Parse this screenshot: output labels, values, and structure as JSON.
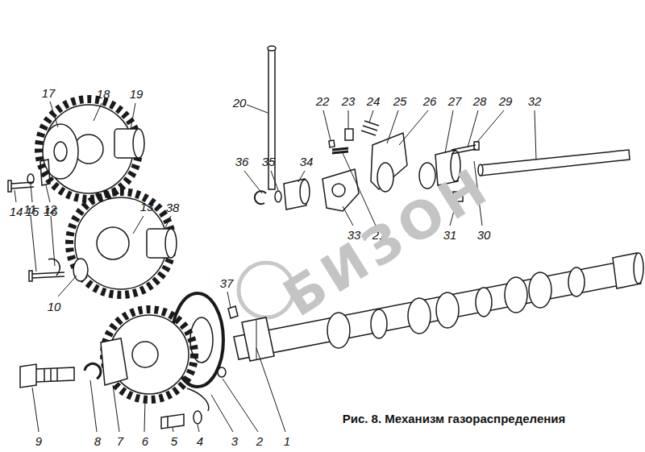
{
  "diagram": {
    "caption": "Рис. 8. Механизм газораспределения",
    "labels": [
      "1",
      "2",
      "3",
      "4",
      "5",
      "6",
      "7",
      "8",
      "9",
      "10",
      "11",
      "12",
      "13",
      "14",
      "15",
      "16",
      "17",
      "18",
      "19",
      "20",
      "21",
      "22",
      "23",
      "24",
      "25",
      "26",
      "27",
      "28",
      "29",
      "30",
      "31",
      "32",
      "33",
      "34",
      "35",
      "36",
      "37",
      "38",
      "БИЗОН"
    ]
  }
}
